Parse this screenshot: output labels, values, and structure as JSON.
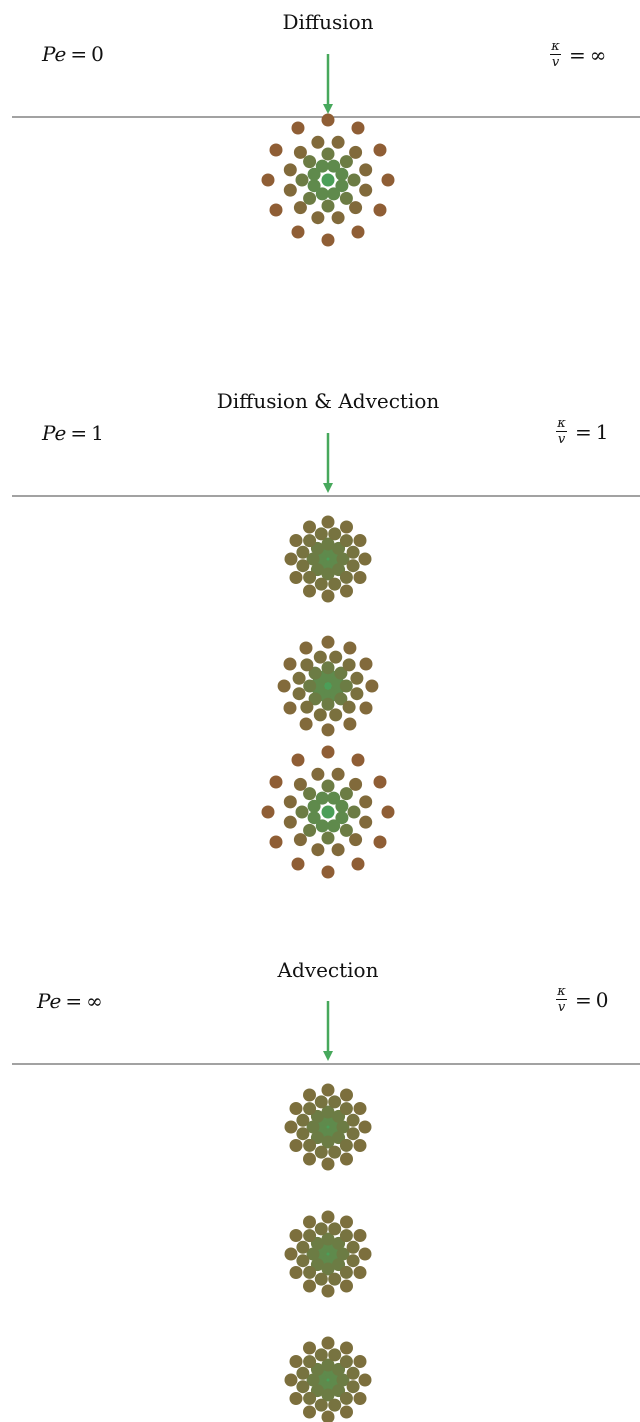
{
  "panels": [
    {
      "title": "Diffusion",
      "pe_symbol": "Pe",
      "pe_value": "0",
      "ratio_num": "κ",
      "ratio_den": "v",
      "ratio_value": "∞",
      "clusters": [
        {
          "spread": 1.0
        }
      ]
    },
    {
      "title": "Diffusion & Advection",
      "pe_symbol": "Pe",
      "pe_value": "1",
      "ratio_num": "κ",
      "ratio_den": "v",
      "ratio_value": "1",
      "clusters": [
        {
          "spread": 0.0
        },
        {
          "spread": 0.3
        },
        {
          "spread": 1.0
        }
      ]
    },
    {
      "title": "Advection",
      "pe_symbol": "Pe",
      "pe_value": "∞",
      "ratio_num": "κ",
      "ratio_den": "v",
      "ratio_value": "0",
      "clusters": [
        {
          "spread": 0.0
        },
        {
          "spread": 0.0
        },
        {
          "spread": 0.0
        }
      ]
    }
  ],
  "colors": {
    "arrow": "#47a85c",
    "line": "#444444",
    "center": "#4c9e58",
    "mid": "#6c7c44",
    "outer": "#8f5e35"
  }
}
